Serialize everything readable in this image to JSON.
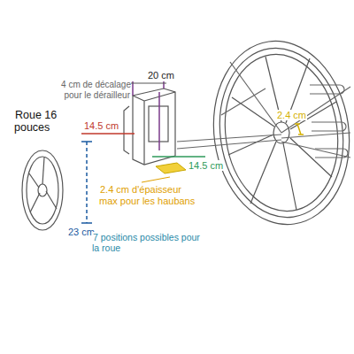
{
  "diagram": {
    "labels": [
      "Roue 16 pouces",
      "4 cm de décalage pour le dérailleur",
      "20 cm",
      "14.5 cm",
      "2.4 cm",
      "14.5 cm",
      "2.4 cm d'épaisseur max pour les haubans",
      "23 cm",
      "7 positions possibles pour la roue"
    ]
  }
}
